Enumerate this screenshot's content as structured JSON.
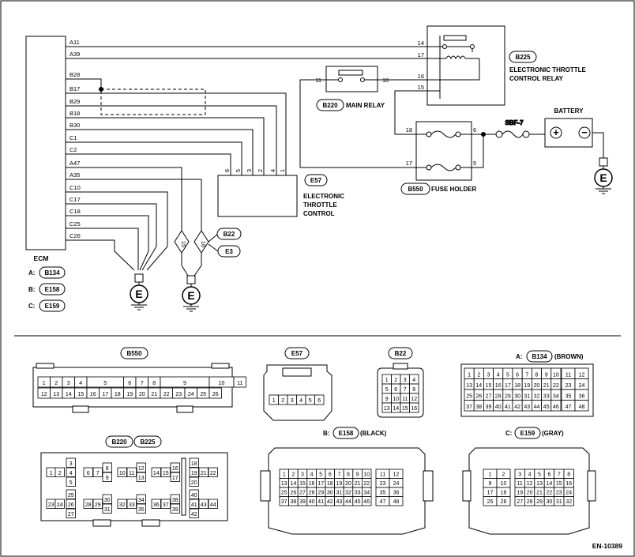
{
  "ecm": {
    "label": "ECM",
    "pins": [
      "A11",
      "A39",
      "B28",
      "B17",
      "B29",
      "B18",
      "B30",
      "C1",
      "C2",
      "A47",
      "A35",
      "C10",
      "C17",
      "C18",
      "C25",
      "C26"
    ],
    "connectors": [
      {
        "prefix": "A:",
        "code": "B134"
      },
      {
        "prefix": "B:",
        "code": "E158"
      },
      {
        "prefix": "C:",
        "code": "E159"
      }
    ]
  },
  "relay_b225": {
    "code": "B225",
    "label_line1": "ELECTRONIC THROTTLE",
    "label_line2": "CONTROL RELAY",
    "pins": [
      "14",
      "17",
      "16",
      "15"
    ]
  },
  "main_relay": {
    "code": "B220",
    "label": "MAIN RELAY",
    "pins": [
      "11",
      "10"
    ]
  },
  "battery": {
    "label": "BATTERY",
    "plus": "+",
    "minus": "−"
  },
  "fuse": {
    "label": "SBF-7"
  },
  "fuse_holder": {
    "code": "B550",
    "label": "FUSE HOLDER",
    "pins": [
      "18",
      "6",
      "17",
      "5"
    ]
  },
  "throttle_control": {
    "code": "E57",
    "label_line1": "ELECTRONIC",
    "label_line2": "THROTTLE",
    "label_line3": "CONTROL",
    "pins": [
      "6",
      "5",
      "3",
      "2",
      "4",
      "1"
    ]
  },
  "joints": {
    "b22": "B22",
    "e3": "E3",
    "b22_pin": "15",
    "e3_pin": "16"
  },
  "ground_symbol": "E",
  "connector_views": {
    "b550": {
      "code": "B550",
      "row1": [
        "1",
        "2",
        "3",
        "4",
        "5",
        "6",
        "7",
        "8",
        "9",
        "10",
        "11"
      ],
      "row2": [
        "12",
        "13",
        "14",
        "15",
        "16",
        "17",
        "18",
        "19",
        "20",
        "21",
        "22",
        "23",
        "24",
        "25",
        "26"
      ]
    },
    "e57": {
      "code": "E57",
      "pins": [
        "1",
        "2",
        "3",
        "4",
        "5",
        "6"
      ]
    },
    "b22": {
      "code": "B22",
      "pins": [
        "1",
        "2",
        "3",
        "4",
        "5",
        "6",
        "7",
        "8",
        "9",
        "10",
        "11",
        "12",
        "13",
        "14",
        "15",
        "16"
      ]
    },
    "b134": {
      "prefix": "A:",
      "code": "B134",
      "color": "(BROWN)",
      "left": [
        [
          "1",
          "2",
          "3",
          "4",
          "5",
          "6",
          "7",
          "8",
          "9",
          "10"
        ],
        [
          "13",
          "14",
          "15",
          "16",
          "17",
          "18",
          "19",
          "20",
          "21",
          "22"
        ],
        [
          "25",
          "26",
          "27",
          "28",
          "29",
          "30",
          "31",
          "32",
          "33",
          "34"
        ],
        [
          "37",
          "38",
          "39",
          "40",
          "41",
          "42",
          "43",
          "44",
          "45",
          "46"
        ]
      ],
      "right": [
        [
          "11",
          "12"
        ],
        [
          "23",
          "24"
        ],
        [
          "35",
          "36"
        ],
        [
          "47",
          "48"
        ]
      ]
    },
    "b220_b225": {
      "code1": "B220",
      "code2": "B225",
      "cells": [
        {
          "t": "3"
        },
        {
          "t": "1"
        },
        {
          "t": "2"
        },
        {
          "t": "4"
        },
        {
          "t": "5"
        },
        {
          "t": "6"
        },
        {
          "t": "7"
        },
        {
          "t": "8"
        },
        {
          "t": "9"
        },
        {
          "t": "10"
        },
        {
          "t": "11"
        },
        {
          "t": "12"
        },
        {
          "t": "13"
        },
        {
          "t": "14"
        },
        {
          "t": "15"
        },
        {
          "t": "16"
        },
        {
          "t": "17"
        },
        {
          "t": "18"
        },
        {
          "t": "19"
        },
        {
          "t": "21"
        },
        {
          "t": "22"
        },
        {
          "t": "20"
        },
        {
          "t": "25"
        },
        {
          "t": "23"
        },
        {
          "t": "24"
        },
        {
          "t": "26"
        },
        {
          "t": "27"
        },
        {
          "t": "28"
        },
        {
          "t": "29"
        },
        {
          "t": "30"
        },
        {
          "t": "31"
        },
        {
          "t": "32"
        },
        {
          "t": "33"
        },
        {
          "t": "34"
        },
        {
          "t": "35"
        },
        {
          "t": "36"
        },
        {
          "t": "37"
        },
        {
          "t": "38"
        },
        {
          "t": "39"
        },
        {
          "t": "40"
        },
        {
          "t": "41"
        },
        {
          "t": "43"
        },
        {
          "t": "44"
        },
        {
          "t": "42"
        }
      ]
    },
    "e158": {
      "prefix": "B:",
      "code": "E158",
      "color": "(BLACK)",
      "left": [
        [
          "1",
          "2",
          "3",
          "4",
          "5",
          "6",
          "7",
          "8",
          "9",
          "10"
        ],
        [
          "13",
          "14",
          "15",
          "16",
          "17",
          "18",
          "19",
          "20",
          "21",
          "22"
        ],
        [
          "25",
          "26",
          "27",
          "28",
          "29",
          "30",
          "31",
          "32",
          "33",
          "34"
        ],
        [
          "37",
          "38",
          "39",
          "40",
          "41",
          "42",
          "43",
          "44",
          "45",
          "46"
        ]
      ],
      "right": [
        [
          "11",
          "12"
        ],
        [
          "23",
          "24"
        ],
        [
          "35",
          "36"
        ],
        [
          "47",
          "48"
        ]
      ]
    },
    "e159": {
      "prefix": "C:",
      "code": "E159",
      "color": "(GRAY)",
      "left": [
        [
          "1",
          "2"
        ],
        [
          "9",
          "10"
        ],
        [
          "17",
          "18"
        ],
        [
          "25",
          "26"
        ]
      ],
      "right": [
        [
          "3",
          "4",
          "5",
          "6",
          "7",
          "8"
        ],
        [
          "11",
          "12",
          "13",
          "14",
          "15",
          "16"
        ],
        [
          "19",
          "20",
          "21",
          "22",
          "23",
          "24"
        ],
        [
          "27",
          "28",
          "29",
          "30",
          "31",
          "32"
        ]
      ]
    }
  },
  "figure_id": "EN-10389"
}
